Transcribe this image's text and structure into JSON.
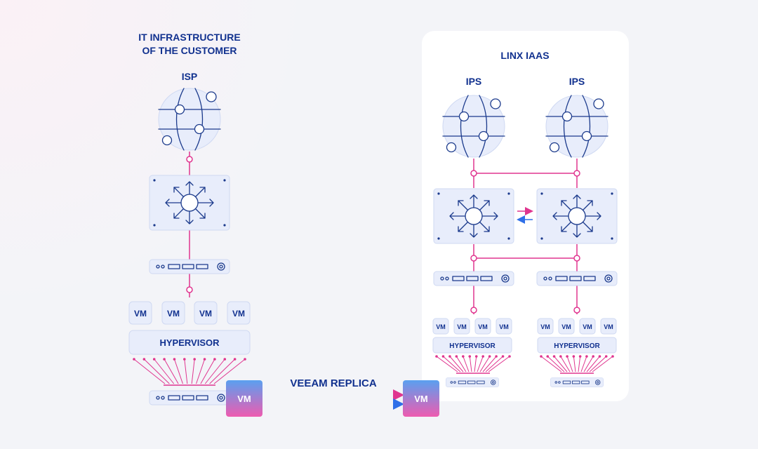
{
  "left_panel": {
    "title_line1": "IT INFRASTRUCTURE",
    "title_line2": "OF THE CUSTOMER",
    "isp_label": "ISP",
    "vm_labels": [
      "VM",
      "VM",
      "VM",
      "VM"
    ],
    "hypervisor_label": "HYPERVISOR",
    "replica_source_label": "VM"
  },
  "replication": {
    "label": "VEEAM REPLICA",
    "target_label": "VM"
  },
  "right_panel": {
    "title": "LINX IAAS",
    "columns": [
      {
        "ips_label": "IPS",
        "vm_labels": [
          "VM",
          "VM",
          "VM",
          "VM"
        ],
        "hypervisor_label": "HYPERVISOR"
      },
      {
        "ips_label": "IPS",
        "vm_labels": [
          "VM",
          "VM",
          "VM",
          "VM"
        ],
        "hypervisor_label": "HYPERVISOR"
      }
    ]
  },
  "colors": {
    "navy": "#11318f",
    "pink": "#e0358f",
    "blue": "#2f6fe8",
    "box_fill": "#e8edfb",
    "panel": "#ffffff",
    "vm_gradient_top": "#5aa0f0",
    "vm_gradient_bottom": "#ee5bb0"
  }
}
